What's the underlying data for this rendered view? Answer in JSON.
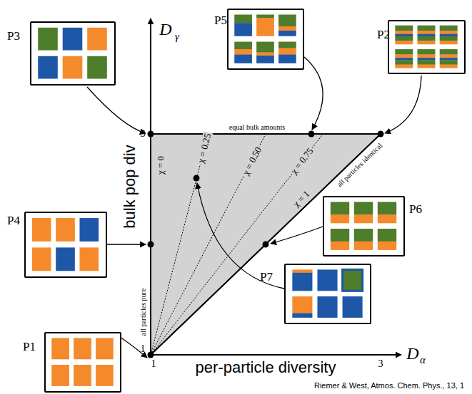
{
  "diagram": {
    "nodes": [
      {
        "text": [
          "P3"
        ]
      },
      {
        "text": [
          "P5"
        ]
      },
      {
        "text": [
          "P2"
        ]
      },
      {
        "text": [
          "P4"
        ]
      },
      {
        "text": [
          "P6"
        ]
      },
      {
        "text": [
          "P7"
        ]
      },
      {
        "text": [
          "P1"
        ]
      }
    ],
    "labels": [
      "D",
      "γ",
      "3",
      "bulk pop div",
      "1",
      "1",
      "per-particle diversity",
      "3",
      "D",
      "α",
      "χ = 0",
      "χ = 0.25",
      "χ = 0.50",
      "χ = 0.75",
      "χ = 1",
      "equal bulk amounts",
      "all particles identical",
      "all particles pure",
      "Riemer & West, Atmos. Chem. Phys., 13, 1"
    ]
  }
}
